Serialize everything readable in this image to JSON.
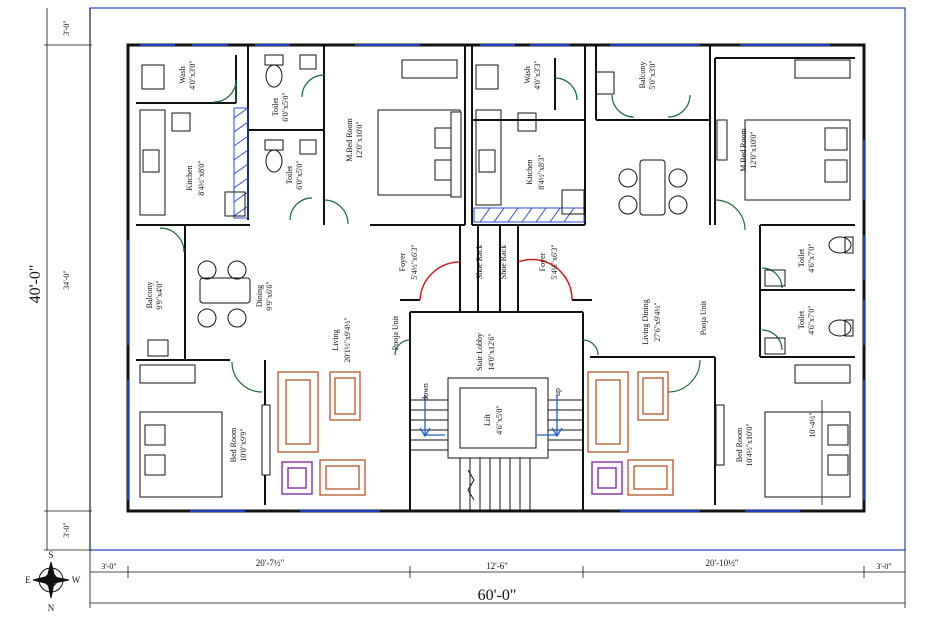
{
  "rooms": {
    "wash_l": {
      "name": "Wash",
      "size": "4'0\"x3'0\""
    },
    "toilet_l1": {
      "name": "Toilet",
      "size": "6'0\"x5'0\""
    },
    "toilet_l2": {
      "name": "Toilet",
      "size": "6'0\"x5'0\""
    },
    "kitchen_l": {
      "name": "Kitchen",
      "size": "8'4½\"x8'0\""
    },
    "mbed_l": {
      "name": "M.Bed Room",
      "size": "12'0\"x10'0\""
    },
    "balcony_l": {
      "name": "Balcony",
      "size": "9'9\"x4'0\""
    },
    "dining_l": {
      "name": "Dining",
      "size": "9'9\"x6'6\""
    },
    "living_l": {
      "name": "Living",
      "size": "20'1½\"x9'4½\""
    },
    "pooja_l": {
      "name": "Pooja Unit"
    },
    "bed_l": {
      "name": "Bed Room",
      "size": "10'0\"x9'9\""
    },
    "foyer_l": {
      "name": "Foyer",
      "size": "5'4½\"x6'3\""
    },
    "shoe_l": {
      "name": "Shoe Rack"
    },
    "shoe_r": {
      "name": "Shoe Rack"
    },
    "foyer_r": {
      "name": "Foyer",
      "size": "5'4½\"x6'3\""
    },
    "lobby": {
      "name": "Stair Lobby",
      "size": "14'0\"x12'6\""
    },
    "lift": {
      "name": "Lift",
      "size": "4'6\"x5'0\""
    },
    "down": "down",
    "up": "up",
    "wash_r": {
      "name": "Wash",
      "size": "4'0\"x3'3\""
    },
    "kitchen_r": {
      "name": "Kitchen",
      "size": "8'4½\"x8'3\""
    },
    "balcony_r": {
      "name": "Balcony",
      "size": "5'0\"x3'0\""
    },
    "mbed_r": {
      "name": "M.Bed Room",
      "size": "12'0\"x10'0\""
    },
    "toilet_r1": {
      "name": "Toilet",
      "size": "4'6\"x7'0\""
    },
    "toilet_r2": {
      "name": "Toilet",
      "size": "4'6\"x7'0\""
    },
    "living_dining_r": {
      "name": "Living Dining",
      "size": "27'6\"x9'4½\""
    },
    "pooja_r": {
      "name": "Pooja Unit"
    },
    "bed_r": {
      "name": "Bed Room",
      "size": "10'4½\"x10'0\""
    },
    "bed_r_extra": "10'-4½\""
  },
  "dimensions": {
    "left_top": "3'-0\"",
    "left_mid": "34'-0\"",
    "left_bottom": "3'-0\"",
    "total_height": "40'-0\"",
    "bottom_1": "3'-0\"",
    "bottom_2": "20'-7½\"",
    "bottom_3": "12'-6\"",
    "bottom_4": "20'-10½\"",
    "bottom_5": "3'-0\"",
    "total_width": "60'-0\""
  },
  "compass": {
    "s": "S",
    "e": "E",
    "w": "W",
    "n": "N"
  },
  "colors": {
    "wall": "#111111",
    "plot": "#1f3fc2",
    "door": "#1d6b3a",
    "opening": "#d11c1c",
    "sofa": "#b5552a",
    "pooja": "#8a3ca8",
    "arrow": "#1f5fcf"
  }
}
